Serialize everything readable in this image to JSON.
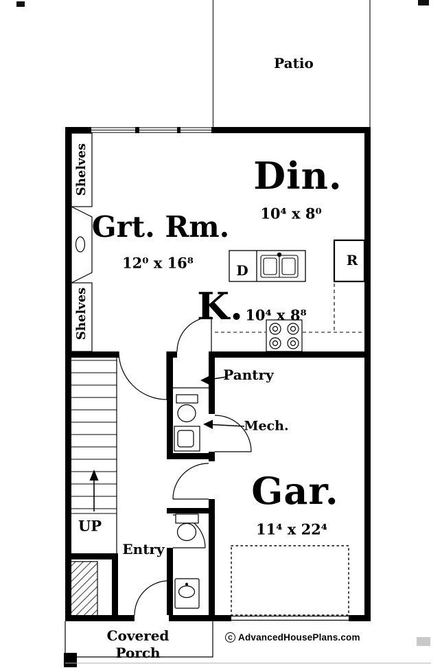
{
  "colors": {
    "wall": "#000000",
    "background": "#ffffff"
  },
  "patio_label": "Patio",
  "rooms": {
    "dining": {
      "name": "Din.",
      "dims": "10⁴ x 8⁰"
    },
    "great_room": {
      "name": "Grt. Rm.",
      "dims": "12⁰ x 16⁸"
    },
    "kitchen": {
      "name": "K.",
      "dims": "10⁴ x 8⁸"
    },
    "garage": {
      "name": "Gar.",
      "dims": "11⁴ x 22⁴"
    },
    "pantry": {
      "name": "Pantry"
    },
    "mech": {
      "name": "Mech."
    },
    "entry": {
      "name": "Entry"
    },
    "covered_porch": {
      "line1": "Covered",
      "line2": "Porch"
    }
  },
  "features": {
    "shelves_upper": "Shelves",
    "shelves_lower": "Shelves",
    "dishwasher": "D",
    "refrigerator": "R",
    "stairs_direction": "UP"
  },
  "footer": {
    "copyright_symbol": "C",
    "copyright_text": "AdvancedHousePlans.com"
  }
}
